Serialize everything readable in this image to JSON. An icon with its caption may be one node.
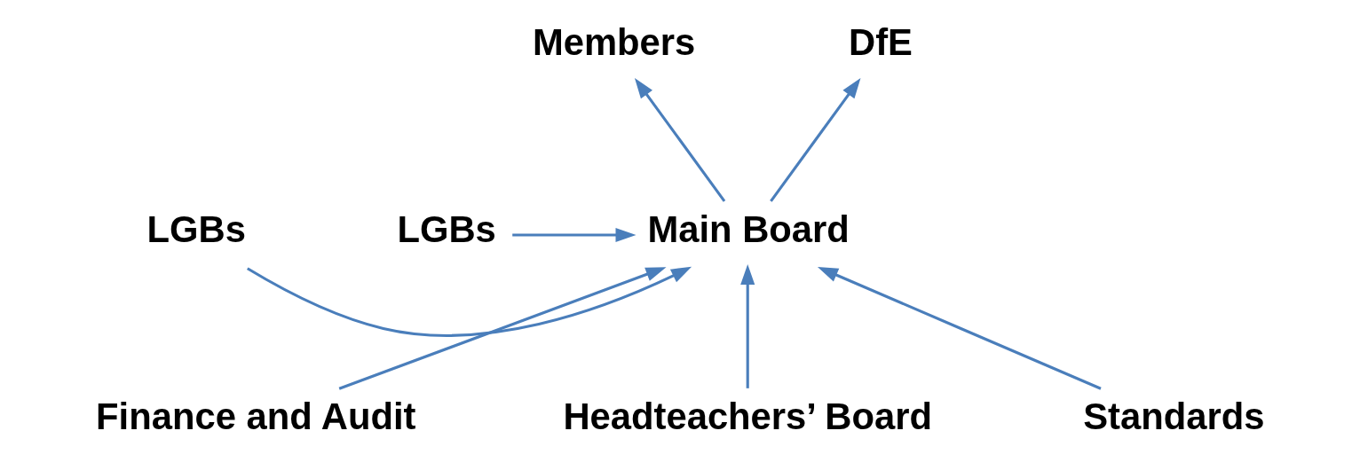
{
  "diagram": {
    "nodes": [
      {
        "text": [
          "Members"
        ]
      },
      {
        "text": [
          "DfE"
        ]
      },
      {
        "text": [
          "LGBs"
        ]
      },
      {
        "text": [
          "Main Board"
        ]
      },
      {
        "text": [
          "LGBs"
        ]
      },
      {
        "text": [
          "Finance and Audit"
        ]
      },
      {
        "text": [
          "Headteachers’ Board"
        ]
      },
      {
        "text": [
          "Standards"
        ]
      }
    ],
    "edges": [
      {
        "from": 3,
        "to": 0,
        "arrow": "to"
      },
      {
        "from": 3,
        "to": 1,
        "arrow": "to"
      },
      {
        "from": 2,
        "to": 3,
        "arrow": "to"
      },
      {
        "from": 4,
        "to": 3,
        "arrow": "to"
      },
      {
        "from": 5,
        "to": 3,
        "arrow": "to"
      },
      {
        "from": 6,
        "to": 3,
        "arrow": "to"
      },
      {
        "from": 7,
        "to": 3,
        "arrow": "to"
      }
    ]
  }
}
